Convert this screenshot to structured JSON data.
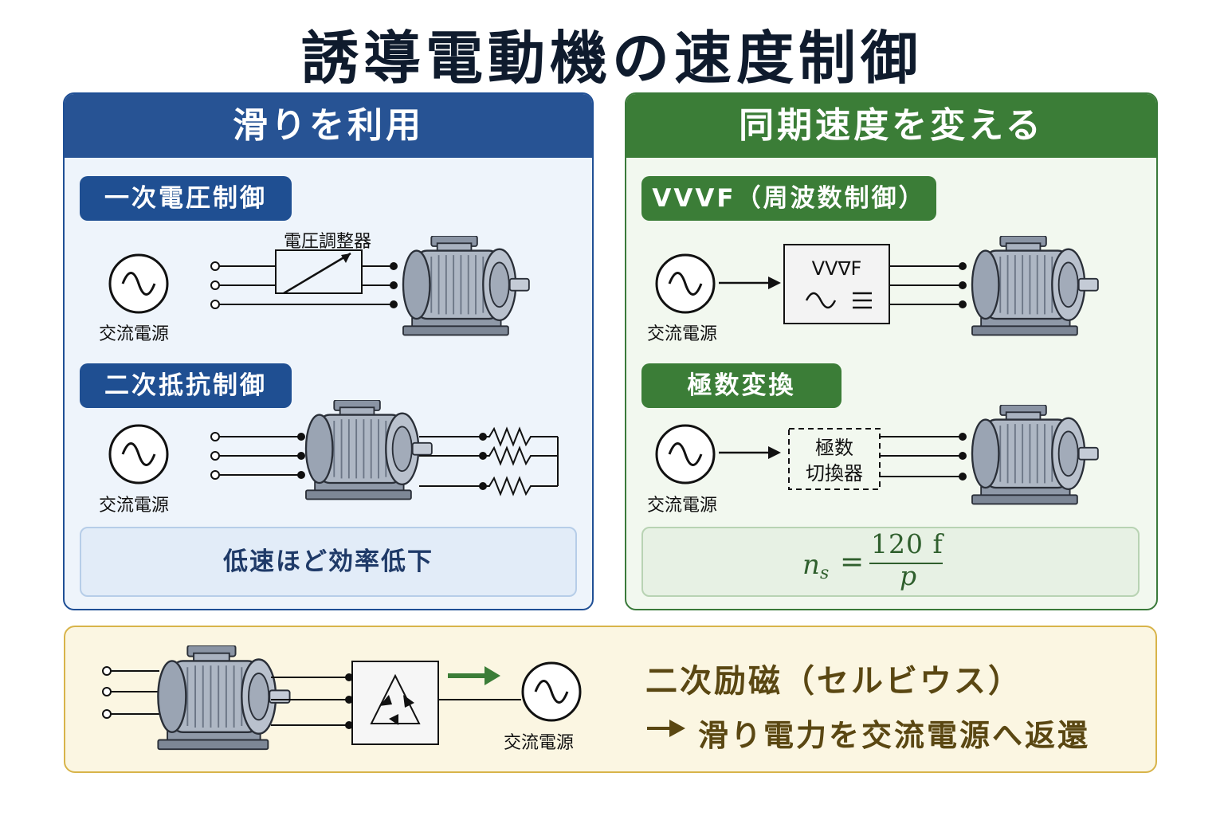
{
  "title": "誘導電動機の速度制御",
  "left_panel": {
    "header": "滑りを利用",
    "section1": {
      "tag": "一次電圧制御",
      "regulator_label": "電圧調整器",
      "source_label": "交流電源"
    },
    "section2": {
      "tag": "二次抵抗制御",
      "source_label": "交流電源"
    },
    "note": "低速ほど効率低下"
  },
  "right_panel": {
    "header": "同期速度を変える",
    "section1": {
      "tag": "VVVF（周波数制御）",
      "device_label": "VV∇F",
      "source_label": "交流電源"
    },
    "section2": {
      "tag": "極数変換",
      "device_label_line1": "極数",
      "device_label_line2": "切換器",
      "source_label": "交流電源"
    },
    "formula": {
      "lhs": "n",
      "lhs_sub": "s",
      "eq": "=",
      "numerator": "120 f",
      "denominator": "p"
    }
  },
  "bottom_panel": {
    "source_label": "交流電源",
    "title": "二次励磁（セルビウス）",
    "description": "滑り電力を交流電源へ返還"
  },
  "colors": {
    "blue": "#275394",
    "green": "#3b7d37",
    "gold": "#d8b44a",
    "dark_text": "#0f1b2d"
  }
}
